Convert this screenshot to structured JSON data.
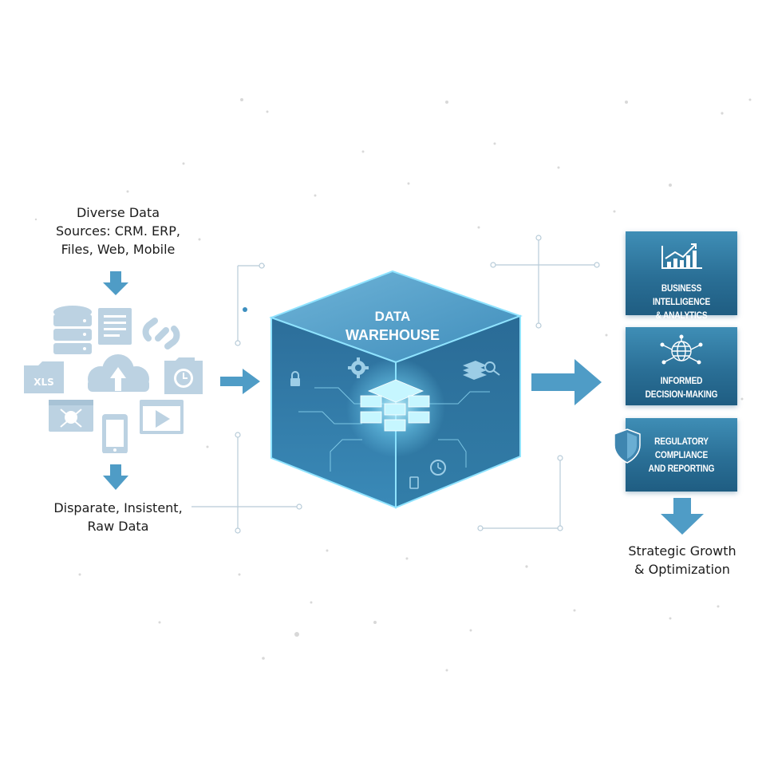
{
  "inputs": {
    "sources_caption": "Diverse Data\nSources: CRM. ERP,\nFiles, Web, Mobile",
    "raw_caption": "Disparate, Insistent,\nRaw Data",
    "icons": [
      "database-icon",
      "document-icon",
      "link-icon",
      "xls-folder-icon",
      "cloud-upload-icon",
      "clock-folder-icon",
      "bug-window-icon",
      "mobile-phone-icon",
      "video-player-icon"
    ]
  },
  "warehouse": {
    "title_line1": "DATA",
    "title_line2": "WAREHOUSE"
  },
  "outputs": {
    "items": [
      {
        "label": "BUSINESS INTELLIGENCE\n& ANALYTICS",
        "icon": "bar-chart-icon"
      },
      {
        "label": "INFORMED\nDECISION-MAKING",
        "icon": "network-globe-icon"
      },
      {
        "label": "REGULATORY\nCOMPLIANCE\nAND REPORTING",
        "icon": "shield-icon"
      }
    ],
    "goal_caption": "Strategic Growth\n& Optimization"
  },
  "colors": {
    "accent": "#3d8fbf",
    "arrow": "#4f9cc6",
    "icon_fill": "#b9d0e0",
    "box_dark": "#1f5d82",
    "cube_edge": "#8fe3ff"
  }
}
